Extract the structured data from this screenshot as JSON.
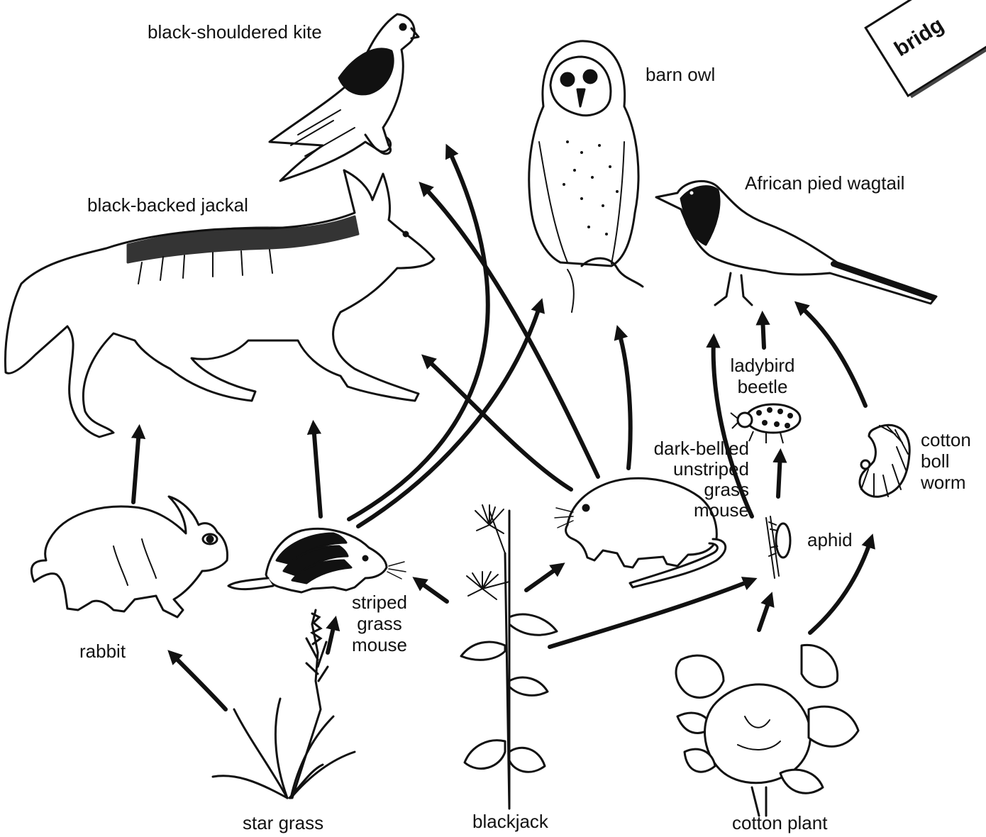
{
  "title": "",
  "corner_badge": "bridg",
  "colors": {
    "ink": "#111111",
    "paper": "#ffffff"
  },
  "organisms": {
    "black_shouldered_kite": "black-shouldered kite",
    "barn_owl": "barn owl",
    "african_pied_wagtail": "African pied wagtail",
    "black_backed_jackal": "black-backed jackal",
    "ladybird_beetle": "ladybird\nbeetle",
    "dark_bellied_unstriped_grass_mouse": "dark-bellied\nunstriped\ngrass\nmouse",
    "cotton_boll_worm": "cotton\nboll\nworm",
    "aphid": "aphid",
    "rabbit": "rabbit",
    "striped_grass_mouse": "striped\ngrass\nmouse",
    "star_grass": "star grass",
    "blackjack": "blackjack",
    "cotton_plant": "cotton plant"
  },
  "feeding_links": [
    {
      "from": "star grass",
      "to": "rabbit"
    },
    {
      "from": "star grass",
      "to": "striped grass mouse"
    },
    {
      "from": "blackjack",
      "to": "striped grass mouse"
    },
    {
      "from": "blackjack",
      "to": "dark-bellied unstriped grass mouse"
    },
    {
      "from": "blackjack",
      "to": "aphid"
    },
    {
      "from": "cotton plant",
      "to": "aphid"
    },
    {
      "from": "cotton plant",
      "to": "cotton boll worm"
    },
    {
      "from": "rabbit",
      "to": "black-backed jackal"
    },
    {
      "from": "striped grass mouse",
      "to": "black-backed jackal"
    },
    {
      "from": "striped grass mouse",
      "to": "black-shouldered kite"
    },
    {
      "from": "striped grass mouse",
      "to": "barn owl"
    },
    {
      "from": "dark-bellied unstriped grass mouse",
      "to": "black-backed jackal"
    },
    {
      "from": "dark-bellied unstriped grass mouse",
      "to": "black-shouldered kite"
    },
    {
      "from": "dark-bellied unstriped grass mouse",
      "to": "barn owl"
    },
    {
      "from": "aphid",
      "to": "ladybird beetle"
    },
    {
      "from": "aphid",
      "to": "African pied wagtail"
    },
    {
      "from": "ladybird beetle",
      "to": "African pied wagtail"
    },
    {
      "from": "cotton boll worm",
      "to": "African pied wagtail"
    }
  ]
}
